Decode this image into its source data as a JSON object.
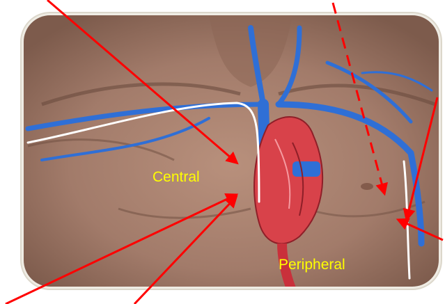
{
  "labels": {
    "central": "Central",
    "peripheral": "Peripheral"
  },
  "colors": {
    "arrow": "#ff0000",
    "label_text": "#ffff00",
    "vein": "#2f6fd6",
    "catheter": "#ffffff",
    "skin": "#a47e6e",
    "heart": "#d8424a",
    "frame_border": "#e6e2d8"
  },
  "illustration": {
    "subject": "chest-anatomy-illustration",
    "structures": [
      "heart",
      "veins",
      "catheter-lines"
    ]
  }
}
